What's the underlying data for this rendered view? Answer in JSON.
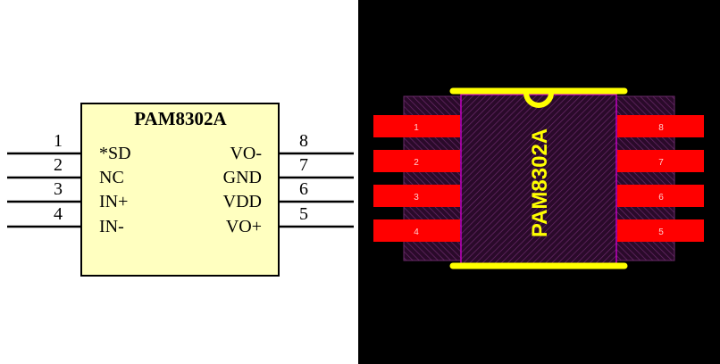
{
  "schematic": {
    "part_name": "PAM8302A",
    "body_color": "#ffffc0",
    "pins_left": [
      {
        "number": "1",
        "name": "*SD"
      },
      {
        "number": "2",
        "name": "NC"
      },
      {
        "number": "3",
        "name": "IN+"
      },
      {
        "number": "4",
        "name": "IN-"
      }
    ],
    "pins_right": [
      {
        "number": "8",
        "name": "VO-"
      },
      {
        "number": "7",
        "name": "GND"
      },
      {
        "number": "6",
        "name": "VDD"
      },
      {
        "number": "5",
        "name": "VO+"
      }
    ]
  },
  "footprint": {
    "part_name": "PAM8302A",
    "background_color": "#000000",
    "pad_color": "#ff0000",
    "silkscreen_color": "#ffff00",
    "body_outline_color": "#c000c0",
    "pads_left": [
      "1",
      "2",
      "3",
      "4"
    ],
    "pads_right": [
      "8",
      "7",
      "6",
      "5"
    ]
  }
}
